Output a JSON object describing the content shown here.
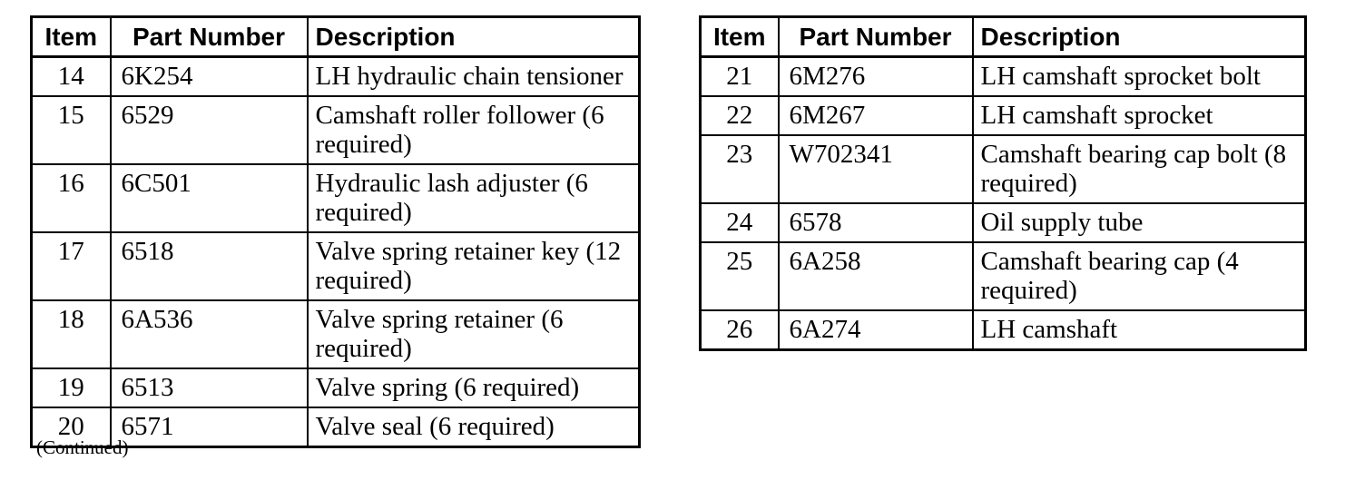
{
  "page": {
    "background_color": "#ffffff",
    "text_color": "#000000",
    "border_color": "#000000"
  },
  "left_table": {
    "headers": {
      "item": "Item",
      "part_number": "Part Number",
      "description": "Description"
    },
    "rows": [
      {
        "item": "14",
        "part_number": "6K254",
        "description": "LH hydraulic chain tensioner"
      },
      {
        "item": "15",
        "part_number": "6529",
        "description": "Camshaft roller follower (6 required)"
      },
      {
        "item": "16",
        "part_number": "6C501",
        "description": "Hydraulic lash adjuster (6 required)"
      },
      {
        "item": "17",
        "part_number": "6518",
        "description": "Valve spring retainer key (12 required)"
      },
      {
        "item": "18",
        "part_number": "6A536",
        "description": "Valve spring retainer (6 required)"
      },
      {
        "item": "19",
        "part_number": "6513",
        "description": "Valve spring (6 required)"
      },
      {
        "item": "20",
        "part_number": "6571",
        "description": "Valve seal (6 required)"
      }
    ],
    "continued_note": "(Continued)"
  },
  "right_table": {
    "headers": {
      "item": "Item",
      "part_number": "Part Number",
      "description": "Description"
    },
    "rows": [
      {
        "item": "21",
        "part_number": "6M276",
        "description": "LH camshaft sprocket bolt"
      },
      {
        "item": "22",
        "part_number": "6M267",
        "description": "LH camshaft sprocket"
      },
      {
        "item": "23",
        "part_number": "W702341",
        "description": "Camshaft bearing cap bolt (8 required)"
      },
      {
        "item": "24",
        "part_number": "6578",
        "description": "Oil supply tube"
      },
      {
        "item": "25",
        "part_number": "6A258",
        "description": "Camshaft bearing cap (4 required)"
      },
      {
        "item": "26",
        "part_number": "6A274",
        "description": "LH camshaft"
      }
    ]
  }
}
